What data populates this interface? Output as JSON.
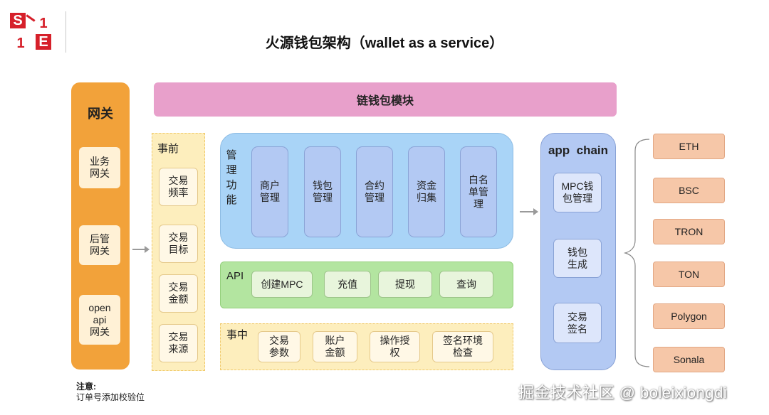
{
  "logo": {
    "cells": [
      "S",
      "1",
      "1",
      "E"
    ]
  },
  "title": "火源钱包架构（wallet as a service）",
  "gateway": {
    "title": "网关",
    "items": [
      "业务\n网关",
      "后管\n网关",
      "open\napi\n网关"
    ]
  },
  "chain_module": "链钱包模块",
  "pre": {
    "title": "事前",
    "items": [
      "交易\n频率",
      "交易\n目标",
      "交易\n金额",
      "交易\n来源"
    ]
  },
  "management": {
    "title": "管\n理\n功\n能",
    "items": [
      "商户\n管理",
      "钱包\n管理",
      "合约\n管理",
      "资金\n归集",
      "白名\n单管\n理"
    ]
  },
  "api": {
    "title": "API",
    "items": [
      "创建MPC",
      "充值",
      "提现",
      "查询"
    ]
  },
  "mid": {
    "title": "事中",
    "items": [
      "交易\n参数",
      "账户\n金额",
      "操作授\n权",
      "签名环境\n检查"
    ]
  },
  "app_chain": {
    "title": "app  chain",
    "items": [
      "MPC钱\n包管理",
      "钱包\n生成",
      "交易\n签名"
    ]
  },
  "networks": [
    "ETH",
    "BSC",
    "TRON",
    "TON",
    "Polygon",
    "Sonala"
  ],
  "note": {
    "label": "注意:",
    "text": "订单号添加校验位"
  },
  "watermark": "掘金技术社区 @ boleixiongdi",
  "colors": {
    "gateway": "#f2a23a",
    "chain_module": "#e8a0cb",
    "management": "#a9d4f7",
    "api": "#b3e5a0",
    "risk": "#fdeebd",
    "app_chain": "#b3c9f3",
    "network": "#f6c7a8",
    "logo": "#d6202a"
  }
}
